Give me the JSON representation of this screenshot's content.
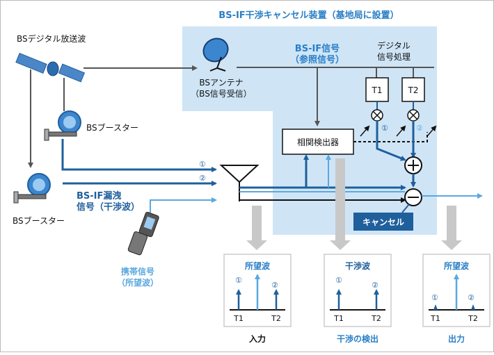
{
  "colors": {
    "dark_blue": "#1f5f9c",
    "light_blue": "#5aa8e0",
    "panel_blue": "#cfe5f6",
    "gray_arrow": "#c8c8c8",
    "title_blue": "#2a7fc6"
  },
  "title": "BS-IF干渉キャンセル装置（基地局に設置）",
  "labels": {
    "bs_digital": "BSデジタル放送波",
    "bs_booster_top": "BSブースター",
    "bs_booster_left": "BSブースター",
    "bs_antenna_1": "BSアンテナ",
    "bs_antenna_2": "（BS信号受信）",
    "bsif_signal_1": "BS-IF信号",
    "bsif_signal_2": "（参照信号）",
    "digital_proc_1": "デジタル",
    "digital_proc_2": "信号処理",
    "t1": "T1",
    "t2": "T2",
    "correlation_detector": "相関検出器",
    "leak_1": "BS-IF漏洩",
    "leak_2": "信号（干渉波）",
    "mobile_1": "携帯信号",
    "mobile_2": "（所望波）",
    "cancel": "キャンセル",
    "circled_1": "①",
    "circled_2": "②",
    "plus": "+",
    "minus": "−"
  },
  "panels": [
    {
      "title": "所望波",
      "caption": "入力",
      "x1": "T1",
      "x2": "T2"
    },
    {
      "title": "干渉波",
      "caption": "干渉の検出",
      "x1": "T1",
      "x2": "T2"
    },
    {
      "title": "所望波",
      "caption": "出力",
      "x1": "T1",
      "x2": "T2"
    }
  ]
}
